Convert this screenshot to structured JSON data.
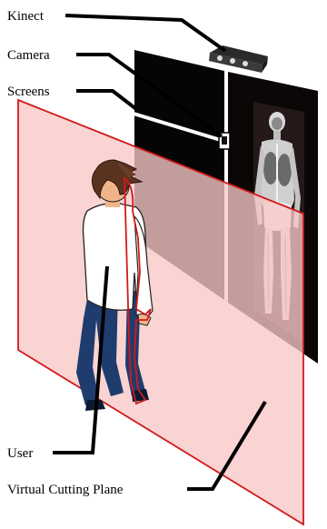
{
  "labels": {
    "kinect": "Kinect",
    "camera": "Camera",
    "screens": "Screens",
    "user": "User",
    "plane": "Virtual Cutting Plane"
  },
  "colors": {
    "screen": "#050505",
    "plane_fill": "#f9c6c6",
    "plane_edge": "#d11a1a",
    "leader": "#000000",
    "shirt": "#ffffff",
    "pants": "#1f3c6e",
    "hair": "#5a3320",
    "skin": "#f0b48a",
    "sensor": "#3a3a3a",
    "scan_body": "#e6e6e6"
  },
  "icons": [
    "kinect-sensor-icon",
    "camera-icon",
    "user-figure",
    "body-scan-image"
  ]
}
